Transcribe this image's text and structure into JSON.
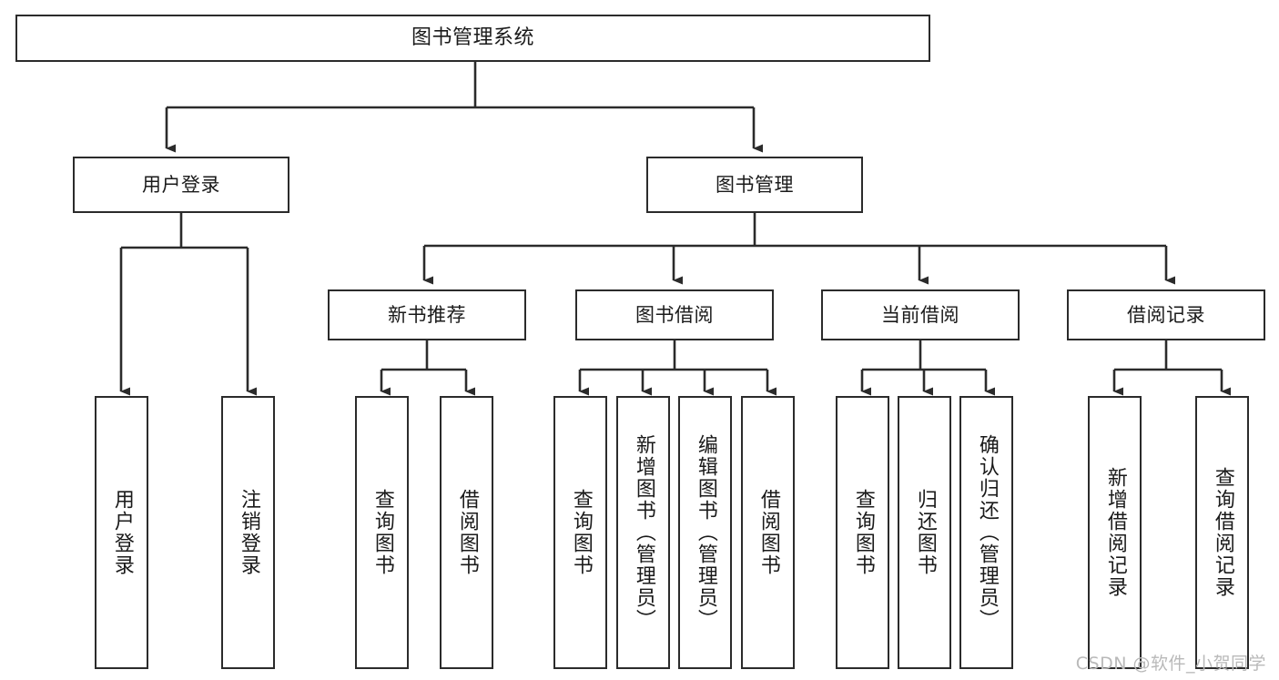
{
  "diagram": {
    "title": "图书管理系统",
    "type": "tree-hierarchy-chart",
    "line_color": "#2b2b2b",
    "box_fill": "#ffffff",
    "text_color": "#1a1a1a"
  },
  "watermark": {
    "text": "CSDN @软件_小贺同学",
    "color": "#b9b9b9"
  },
  "root": {
    "label": "图书管理系统"
  },
  "level1": [
    {
      "label": "用户登录"
    },
    {
      "label": "图书管理"
    }
  ],
  "level2": [
    {
      "label": "新书推荐"
    },
    {
      "label": "图书借阅"
    },
    {
      "label": "当前借阅"
    },
    {
      "label": "借阅记录"
    }
  ],
  "leaves": {
    "user_login": [
      {
        "label": "用户登录"
      },
      {
        "label": "注销登录"
      }
    ],
    "new_book_recommend": [
      {
        "label": "查询图书"
      },
      {
        "label": "借阅图书"
      }
    ],
    "book_borrow": [
      {
        "label": "查询图书"
      },
      {
        "label": "新增图书（管理员）"
      },
      {
        "label": "编辑图书（管理员）"
      },
      {
        "label": "借阅图书"
      }
    ],
    "current_borrow": [
      {
        "label": "查询图书"
      },
      {
        "label": "归还图书"
      },
      {
        "label": "确认归还（管理员）"
      }
    ],
    "borrow_record": [
      {
        "label": "新增借阅记录"
      },
      {
        "label": "查询借阅记录"
      }
    ]
  }
}
